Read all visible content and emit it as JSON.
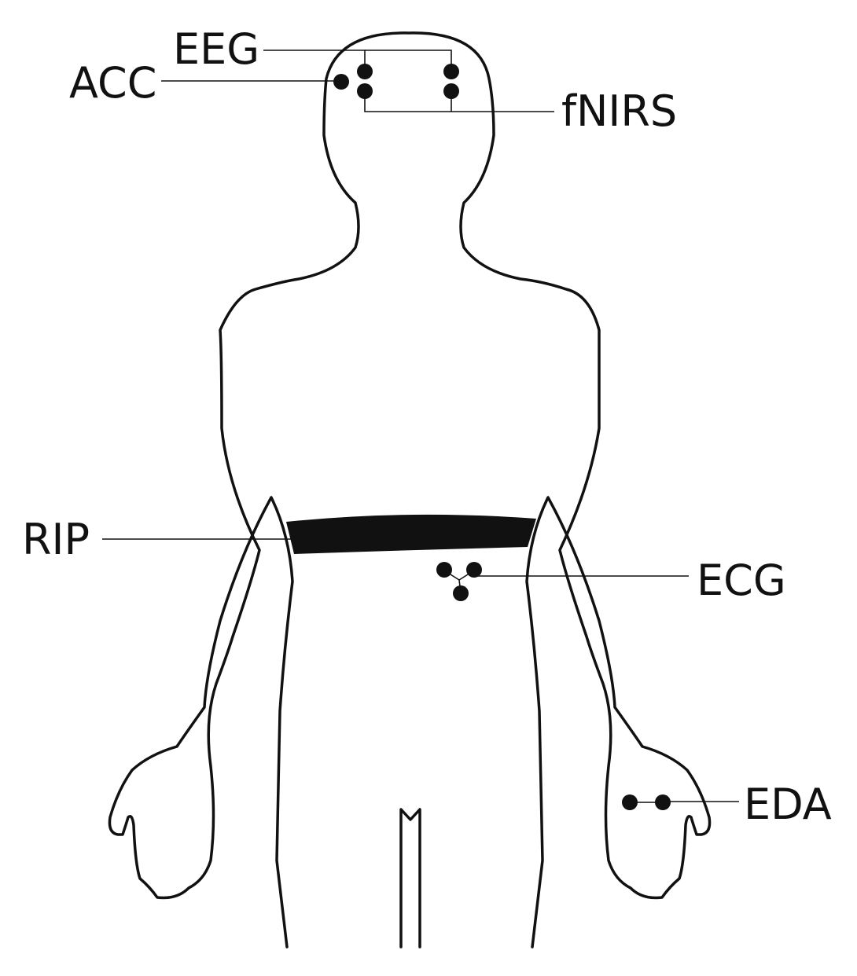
{
  "colors": {
    "ink": "#111111",
    "background": "#ffffff"
  },
  "labels": {
    "eeg": "EEG",
    "acc": "ACC",
    "fnirs": "fNIRS",
    "rip": "RIP",
    "ecg": "ECG",
    "eda": "EDA"
  }
}
